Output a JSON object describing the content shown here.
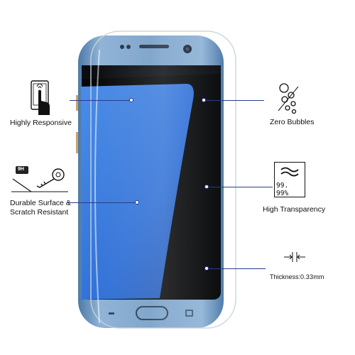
{
  "colors": {
    "accent": "#2a3b8f",
    "phone_frame": "#6f9bc4",
    "phone_frame_dark": "#4d7aa8",
    "screen_black": "#050607",
    "screen_blue": "#2f6fd6",
    "gold_side": "#c9a36b"
  },
  "features": {
    "highly_responsive": {
      "label": "Highly Responsive",
      "icon": "finger-touch-icon"
    },
    "zero_bubbles": {
      "label": "Zero Bubbles",
      "icon": "bubbles-icon"
    },
    "durable": {
      "line1": "Durable Surface &",
      "line2": "Scratch Resistant",
      "badge": "9H",
      "icon": "key-scratch-icon"
    },
    "transparency": {
      "label": "High Transparency",
      "value": "99. 99%",
      "icon": "transparency-card-icon"
    },
    "thickness": {
      "label": "Thickness:",
      "value": "0.33",
      "unit": "mm",
      "icon": "thickness-arrows-icon"
    }
  }
}
